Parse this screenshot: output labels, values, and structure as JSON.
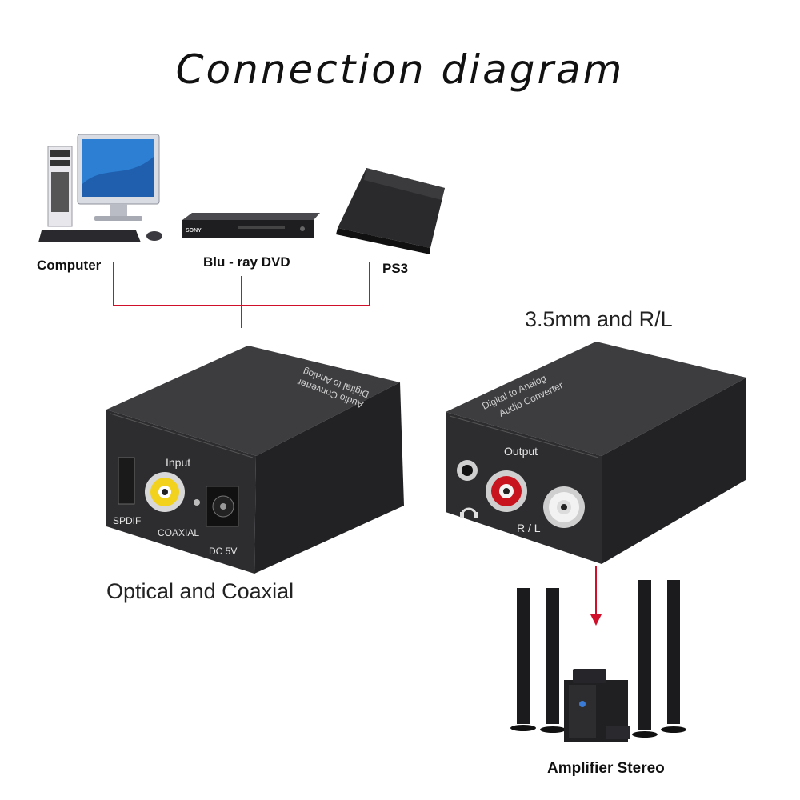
{
  "title": "Connection diagram",
  "sources": [
    {
      "id": "computer",
      "label": "Computer"
    },
    {
      "id": "bluray",
      "label": "Blu - ray DVD"
    },
    {
      "id": "ps3",
      "label": "PS3"
    }
  ],
  "bluray_brand": "SONY",
  "input_device": {
    "caption": "Optical and Coaxial",
    "top_text_1": "Digital to Analog",
    "top_text_2": "Audio Converter",
    "port_title": "Input",
    "spdif": "SPDIF",
    "coaxial": "COAXIAL",
    "dc": "DC 5V"
  },
  "output_device": {
    "caption": "3.5mm and R/L",
    "top_text_1": "Digital to Analog",
    "top_text_2": "Audio Converter",
    "port_title": "Output",
    "rl": "R / L"
  },
  "amplifier_label": "Amplifier Stereo",
  "colors": {
    "connector": "#d0102a",
    "device": "#2b2b2b",
    "device_top": "#3a3a3a",
    "rca_yellow": "#f2d21c",
    "rca_red": "#c8141e",
    "rca_white": "#f2f2f2"
  }
}
